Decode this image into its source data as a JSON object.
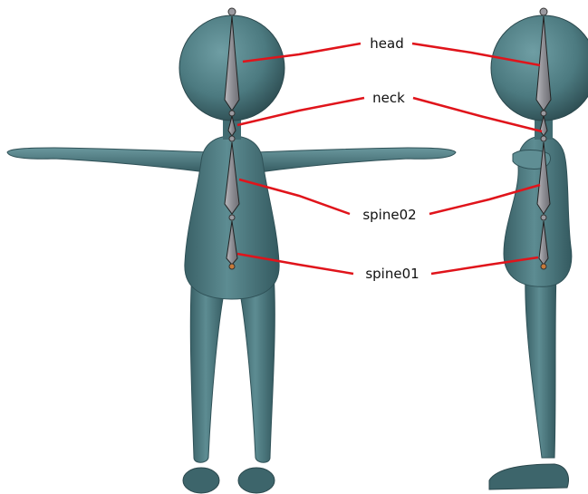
{
  "labels": {
    "head": "head",
    "neck": "neck",
    "spine02": "spine02",
    "spine01": "spine01"
  },
  "colors": {
    "body": "#4f7d83",
    "body_dark": "#2f5157",
    "bone": "#8f8f94",
    "bone_light": "#c6c6ca",
    "leader": "#e0141b"
  }
}
